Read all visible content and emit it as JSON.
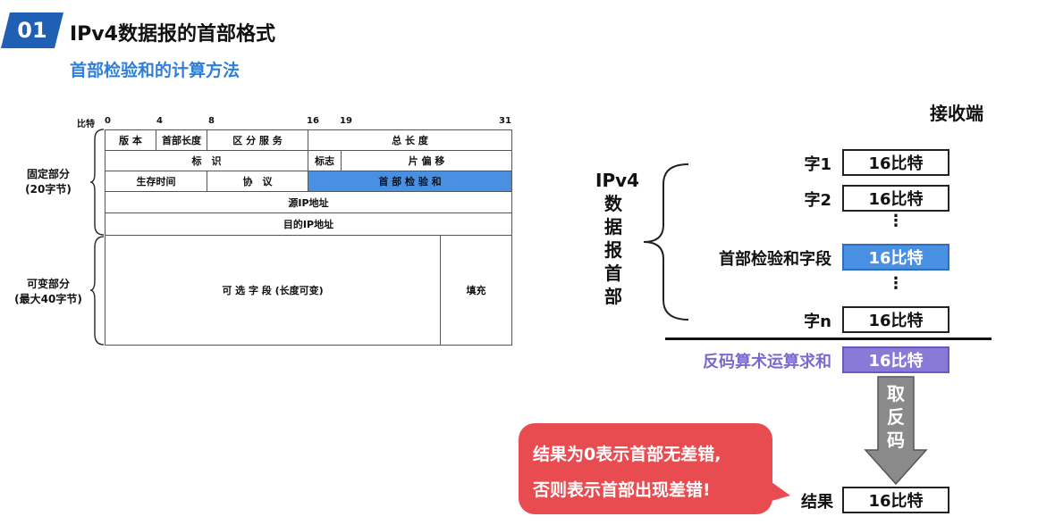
{
  "header": {
    "badge": "01",
    "title": "IPv4数据报的首部格式",
    "subtitle": "首部检验和的计算方法"
  },
  "table": {
    "bit_label": "比特",
    "bit_marks": [
      "0",
      "4",
      "8",
      "16",
      "19",
      "31"
    ],
    "row1": [
      "版 本",
      "首部长度",
      "区 分 服 务",
      "总 长 度"
    ],
    "row2": [
      "标　识",
      "标志",
      "片 偏 移"
    ],
    "row3": [
      "生存时间",
      "协　议",
      "首 部 检 验 和"
    ],
    "row4": "源IP地址",
    "row5": "目的IP地址",
    "options": "可 选 字 段 (长度可变)",
    "padding": "填充",
    "fixed_part": [
      "固定部分",
      "(20字节)"
    ],
    "variable_part": [
      "可变部分",
      "(最大40字节)"
    ]
  },
  "receiver": {
    "title": "接收端",
    "header_vertical": [
      "IPv4",
      "数",
      "据",
      "报",
      "首",
      "部"
    ],
    "word1": "字1",
    "word2": "字2",
    "checksum_field": "首部检验和字段",
    "wordn": "字n",
    "box_text": "16比特",
    "sum_label": "反码算术运算求和",
    "negate": [
      "取",
      "反",
      "码"
    ],
    "result_label": "结果",
    "dots": "⋮"
  },
  "bubble": {
    "line1": "结果为0表示首部无差错,",
    "line2": "否则表示首部出现差错!"
  },
  "colors": {
    "badge": "#1f5fb4",
    "subtitle": "#2f7fd8",
    "checksum_highlight": "#4a90e2",
    "sum_box": "#8a7ad8",
    "bubble": "#e84c50"
  }
}
